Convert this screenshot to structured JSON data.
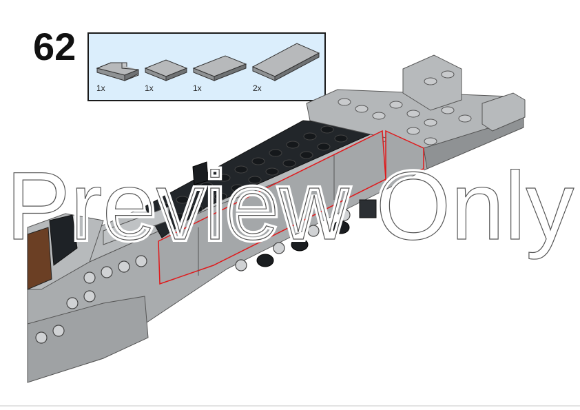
{
  "step": {
    "number": "62"
  },
  "parts": [
    {
      "qty": "1x",
      "icon": "corner-tile-icon"
    },
    {
      "qty": "1x",
      "icon": "tile-2x2-icon"
    },
    {
      "qty": "1x",
      "icon": "tile-2x3-icon"
    },
    {
      "qty": "2x",
      "icon": "tile-2x4-icon"
    }
  ],
  "watermark": {
    "text": "Preview Only"
  },
  "colors": {
    "callout_bg": "#dbeefc",
    "part_grey": "#b5b8ba",
    "model_light_grey": "#a9acae",
    "model_dark": "#1c1f22",
    "highlight_red": "#e0191b"
  }
}
